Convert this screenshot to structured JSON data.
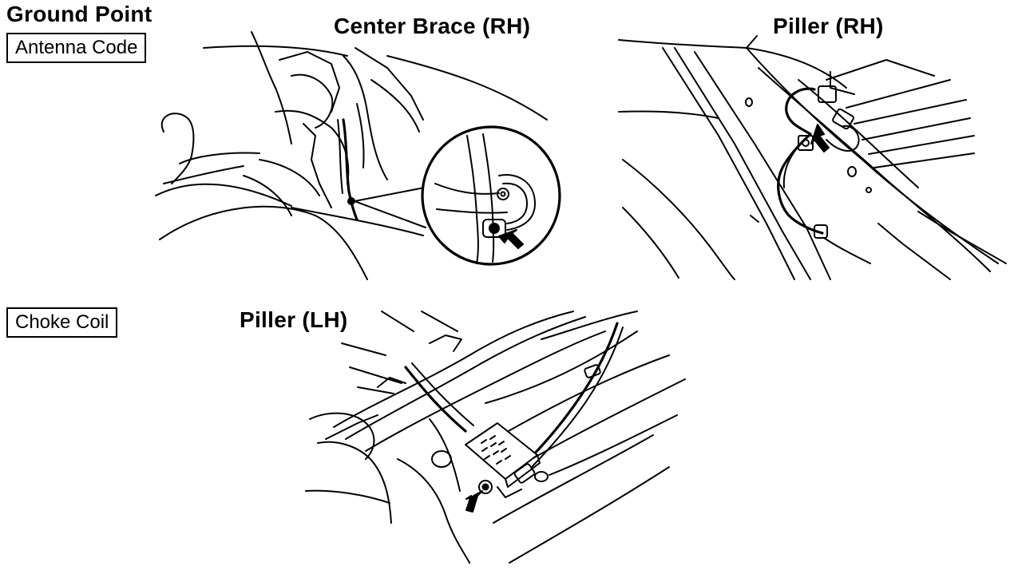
{
  "header": {
    "title": "Ground Point"
  },
  "labels": {
    "antenna_code": "Antenna Code",
    "choke_coil": "Choke Coil"
  },
  "panels": {
    "center_brace": {
      "title": "Center Brace (RH)"
    },
    "pillar_rh": {
      "title": "Piller (RH)"
    },
    "pillar_lh": {
      "title": "Piller (LH)"
    }
  },
  "icons": {
    "ground_arrow": "ground-point-arrow-icon"
  }
}
